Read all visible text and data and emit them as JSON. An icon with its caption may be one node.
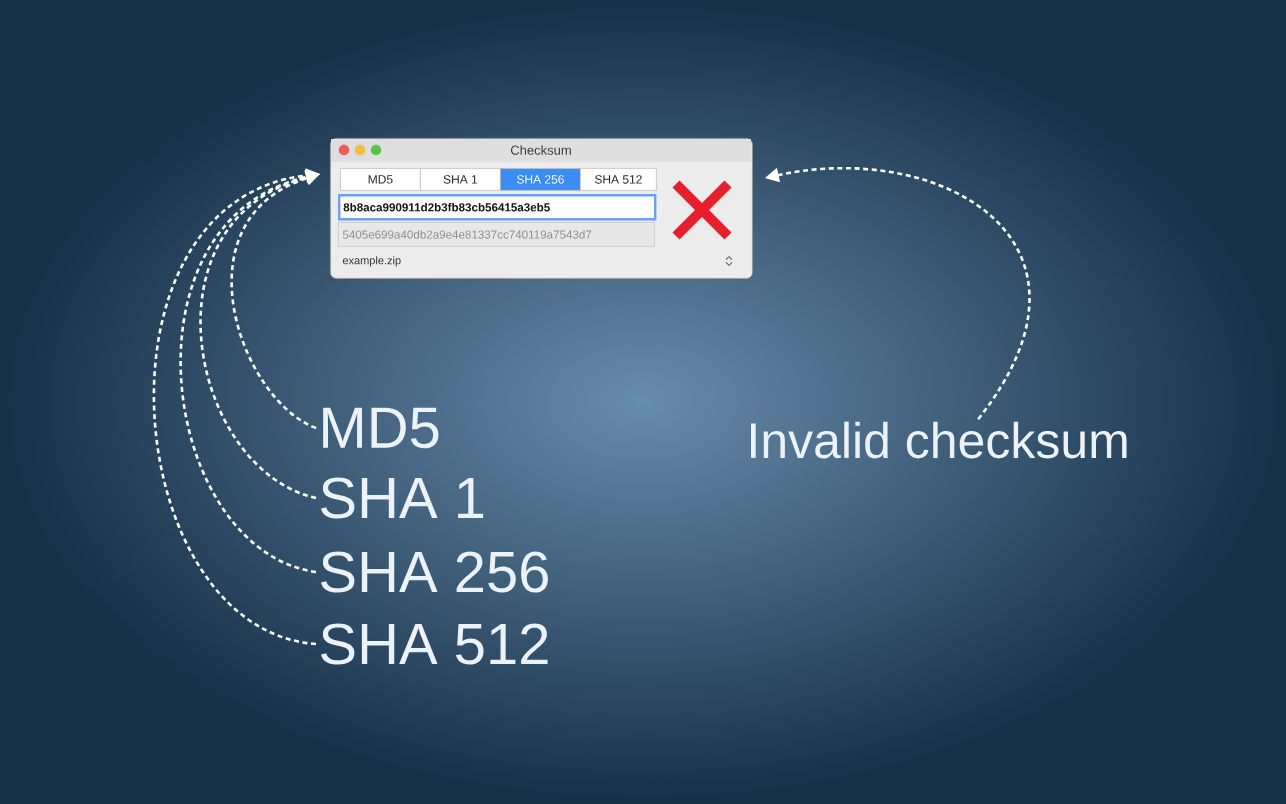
{
  "diagram": {
    "nodes": [
      {
        "text": [
          "Checksum"
        ]
      },
      {
        "text": [
          "MD5"
        ],
        "in": 0
      },
      {
        "text": [
          "SHA 1"
        ],
        "in": 0
      },
      {
        "text": [
          "SHA 256"
        ],
        "in": 0
      },
      {
        "text": [
          "SHA 512"
        ],
        "in": 0
      },
      {
        "text": [
          "8b8aca990911d2b3fb83cb56415a3eb5"
        ],
        "in": 0
      },
      {
        "text": [
          "5405e699a40db2a9e4e81337cc740119a7543d7"
        ],
        "in": 0
      },
      {
        "text": [
          "example.zip"
        ],
        "in": 0
      },
      {
        "text": [
          "MD5"
        ]
      },
      {
        "text": [
          "SHA 1"
        ]
      },
      {
        "text": [
          "SHA 256"
        ]
      },
      {
        "text": [
          "SHA 512"
        ]
      },
      {
        "text": [
          "Invalid checksum"
        ]
      }
    ],
    "edges": [
      {
        "from": 8,
        "to": 0,
        "arrow": "to",
        "style": "dashed"
      },
      {
        "from": 9,
        "to": 0,
        "arrow": "to",
        "style": "dashed"
      },
      {
        "from": 10,
        "to": 0,
        "arrow": "to",
        "style": "dashed"
      },
      {
        "from": 11,
        "to": 0,
        "arrow": "to",
        "style": "dashed"
      },
      {
        "from": 12,
        "to": 0,
        "arrow": "to",
        "style": "dashed"
      }
    ]
  }
}
